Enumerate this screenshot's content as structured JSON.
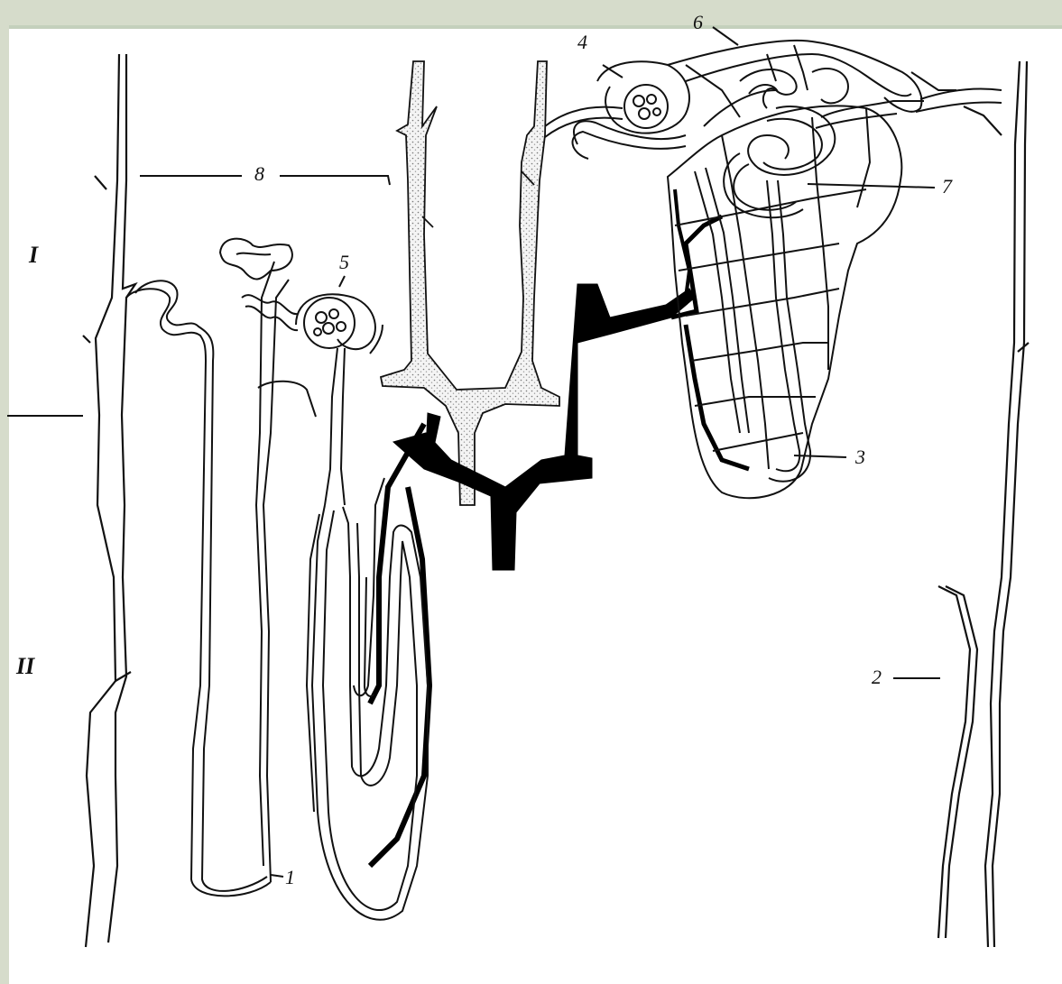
{
  "diagram": {
    "labels": {
      "l1": "1",
      "l2": "2",
      "l3": "3",
      "l4": "4",
      "l5": "5",
      "l6": "6",
      "l7": "7",
      "l8": "8"
    },
    "zones": {
      "cortex": "I",
      "medulla": "II"
    }
  },
  "colors": {
    "background": "#d6dccb",
    "panel": "#ffffff",
    "ink": "#111111",
    "vessel_fill": "#000000",
    "duct_stipple": "#e8e8e8"
  }
}
